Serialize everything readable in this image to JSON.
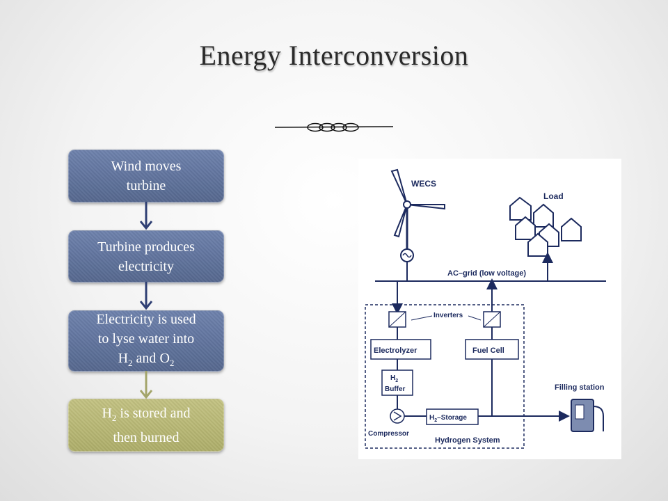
{
  "slide": {
    "title": "Energy Interconversion"
  },
  "flow": [
    {
      "lines": [
        "Wind moves",
        "turbine"
      ],
      "color": "#5f7299"
    },
    {
      "lines": [
        "Turbine produces",
        "electricity"
      ],
      "color": "#5f7299"
    },
    {
      "lines": [
        "Electricity is used",
        "to lyse water into"
      ],
      "formula": {
        "a": "H",
        "a_sub": "2",
        "mid": " and ",
        "b": "O",
        "b_sub": "2"
      },
      "color": "#5f7299"
    },
    {
      "formula": {
        "a": "H",
        "a_sub": "2",
        "rest": " is stored and"
      },
      "lines": [
        "then burned"
      ],
      "color": "#b8b876"
    }
  ],
  "colors": {
    "flow_blue": "#5f7299",
    "flow_olive": "#b8b876",
    "arrow_dark": "#2f3f73",
    "arrow_olive": "#a3a56a",
    "diagram_ink": "#1c2a5e"
  },
  "diagram": {
    "wecs": "WECS",
    "load": "Load",
    "ac_grid": "AC–grid (low voltage)",
    "inverters": "Inverters",
    "electrolyzer": "Electrolyzer",
    "fuel_cell": "Fuel Cell",
    "h2_label": "H",
    "h2_sub": "2",
    "buffer": "Buffer",
    "storage": "–Storage",
    "compressor": "Compressor",
    "filling_station": "Filling station",
    "hydrogen_system": "Hydrogen System"
  }
}
